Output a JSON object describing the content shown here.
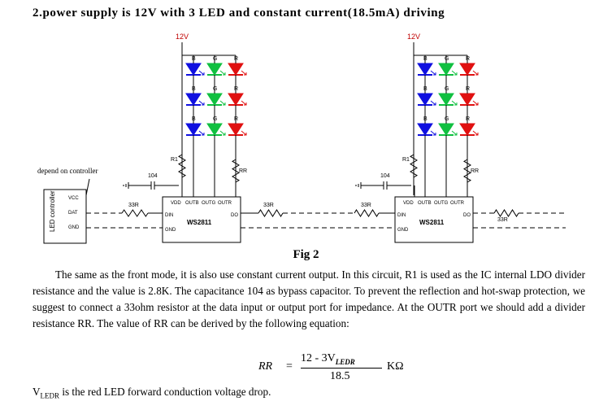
{
  "heading": "2.power supply is 12V with 3 LED and constant current(18.5mA) driving",
  "diagram": {
    "supply": "12V",
    "led_letters": [
      "B",
      "G",
      "R"
    ],
    "depend_label": "depend on controller",
    "controller_label": "LED controller",
    "controller_pins": [
      "VCC",
      "DAT",
      "GND"
    ],
    "ic_name": "WS2811",
    "ic_pins_top": [
      "VDD",
      "OUTB",
      "OUTG",
      "OUTR"
    ],
    "ic_pins_left": [
      "DIN",
      "GND"
    ],
    "ic_pin_right": "DO",
    "r1": "R1",
    "rr": "RR",
    "capacitor": "104",
    "series_resistor": "33R",
    "colors": {
      "blue": "#1010e0",
      "green": "#10c040",
      "red": "#e01010",
      "supply_text": "#c00000"
    }
  },
  "caption": "Fig 2",
  "paragraph": "The same as the front mode, it is also use constant current output. In this circuit, R1 is used as the IC internal LDO divider resistance and the value is 2.8K. The capacitance 104 as bypass capacitor. To prevent the reflection and hot-swap protection, we suggest to connect a 33ohm resistor at the data input or output port for impedance. At the OUTR port we should add a divider resistance RR. The value of RR can be derived by the following equation:",
  "equation": {
    "lhs": "RR",
    "equals": "=",
    "numerator": "12 - 3V",
    "numerator_sub": "LEDR",
    "denominator": "18.5",
    "unit": "KΩ"
  },
  "note": {
    "symbol": "V",
    "symbol_sub": "LEDR",
    "text": " is the red LED forward conduction voltage drop."
  }
}
